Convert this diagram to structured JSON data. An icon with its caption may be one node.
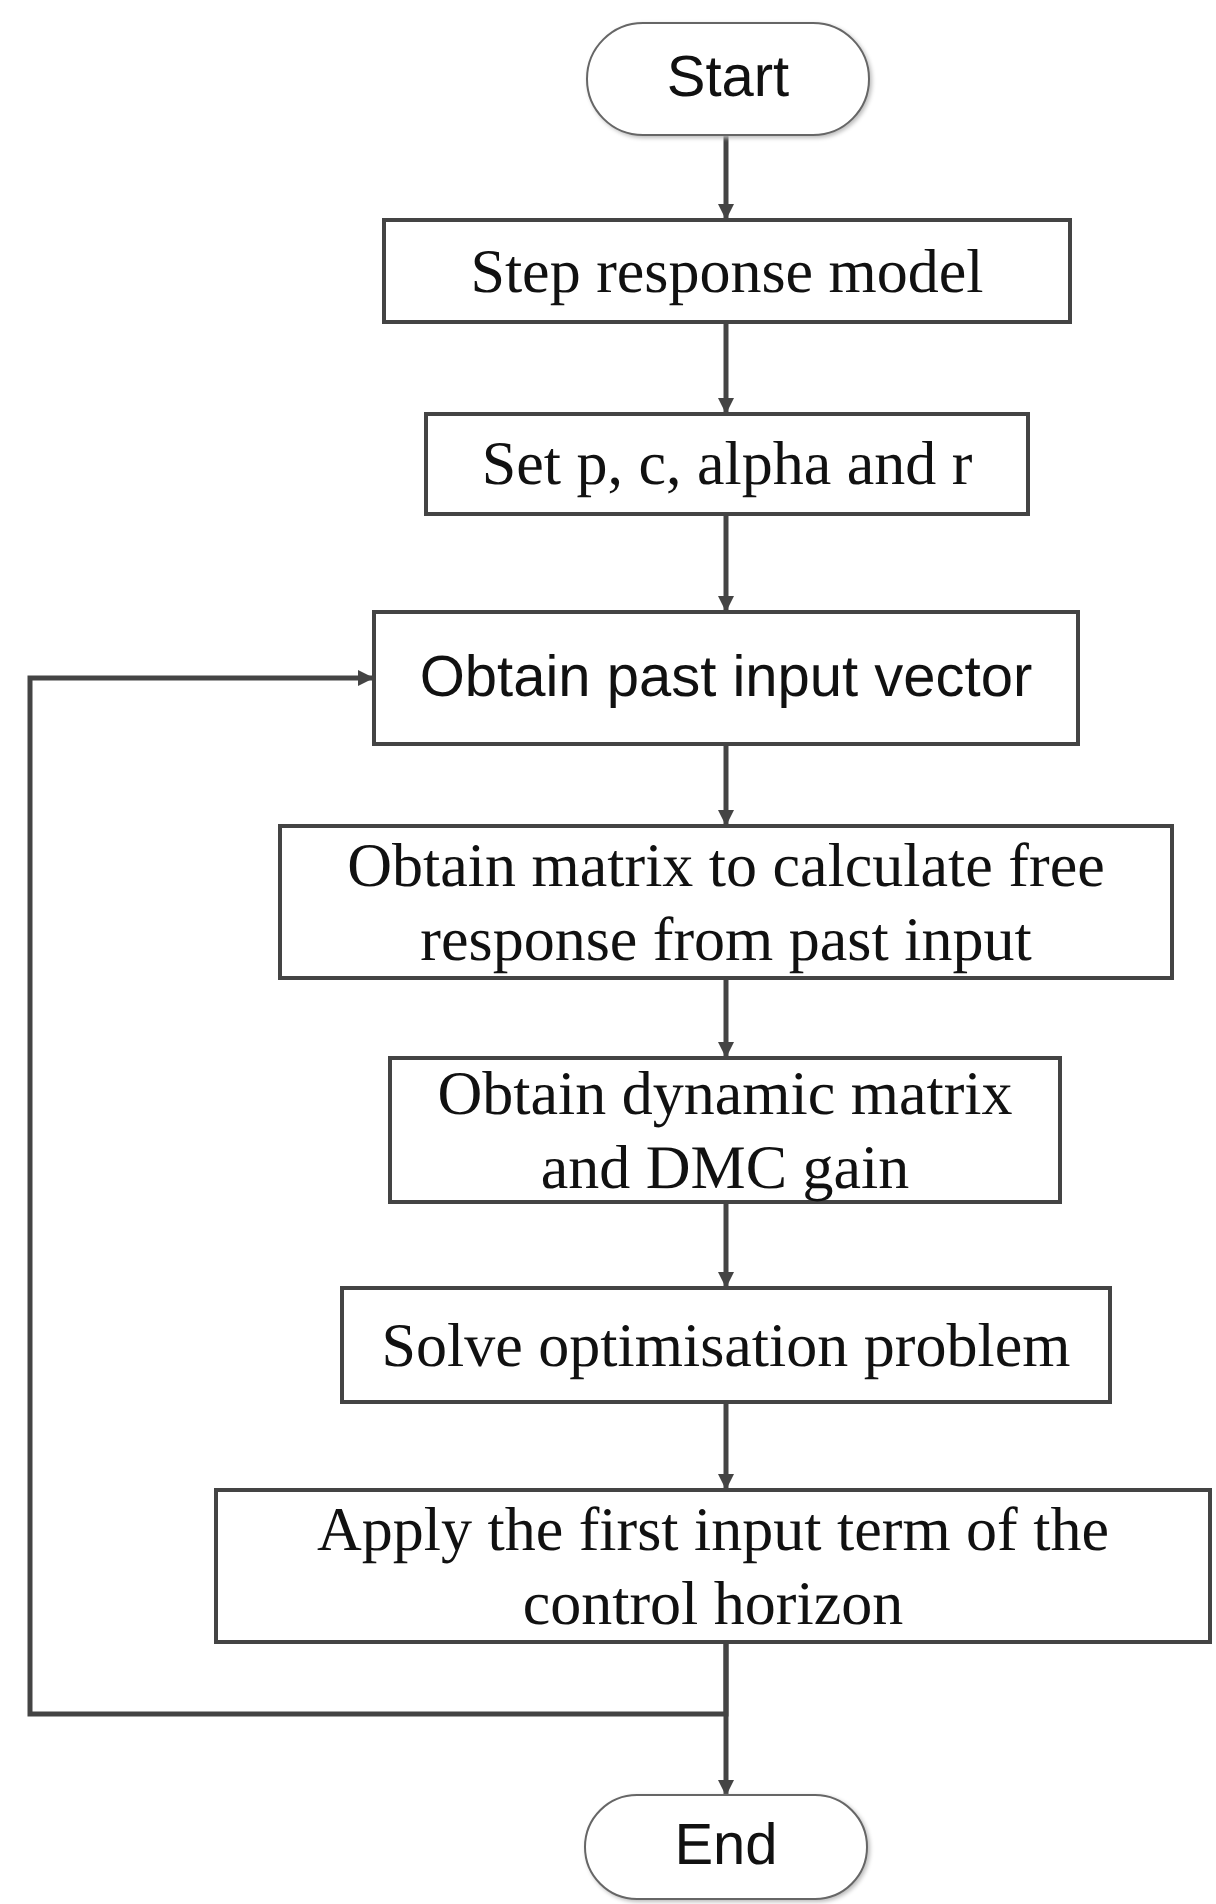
{
  "diagram": {
    "nodes": [
      {
        "text": [
          "Start"
        ]
      },
      {
        "text": [
          "Step response model"
        ]
      },
      {
        "text": [
          "Set p, c, alpha and r"
        ]
      },
      {
        "text": [
          "Obtain past input vector"
        ]
      },
      {
        "text": [
          "Obtain matrix to calculate free response from past input"
        ]
      },
      {
        "text": [
          "Obtain dynamic matrix and DMC gain"
        ]
      },
      {
        "text": [
          "Solve optimisation problem"
        ]
      },
      {
        "text": [
          "Apply the first input term of the control horizon"
        ]
      },
      {
        "text": [
          "End"
        ]
      }
    ],
    "edges": [
      {
        "from": 0,
        "to": 1,
        "arrow": "to"
      },
      {
        "from": 1,
        "to": 2,
        "arrow": "to"
      },
      {
        "from": 2,
        "to": 3,
        "arrow": "to"
      },
      {
        "from": 3,
        "to": 4,
        "arrow": "to"
      },
      {
        "from": 4,
        "to": 5,
        "arrow": "to"
      },
      {
        "from": 5,
        "to": 6,
        "arrow": "to"
      },
      {
        "from": 6,
        "to": 7,
        "arrow": "to"
      },
      {
        "from": 7,
        "to": 8,
        "arrow": "to"
      },
      {
        "from": 7,
        "to": 3,
        "arrow": "to"
      }
    ]
  }
}
